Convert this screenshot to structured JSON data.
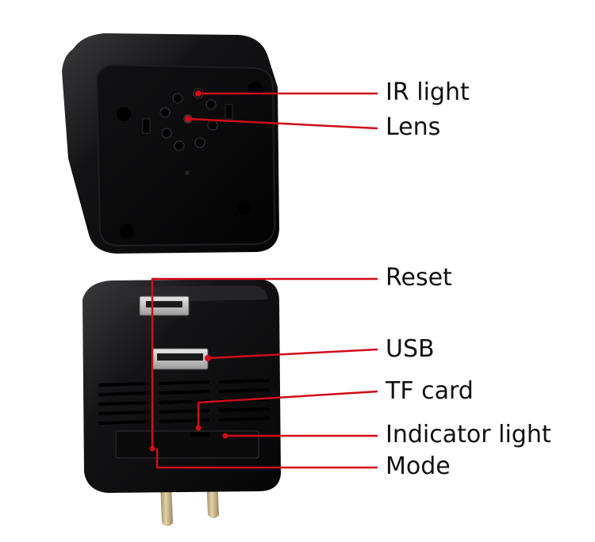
{
  "colors": {
    "background": "#ffffff",
    "device_body": "#0c0c0d",
    "device_face": "#050506",
    "leader_line": "#d00d17",
    "label_text": "#111111",
    "prong_metal": "#c9b58a"
  },
  "labels": {
    "ir_light": "IR light",
    "lens": "Lens",
    "reset": "Reset",
    "usb": "USB",
    "tf_card": "TF card",
    "indicator_light": "Indicator light",
    "mode": "Mode"
  }
}
